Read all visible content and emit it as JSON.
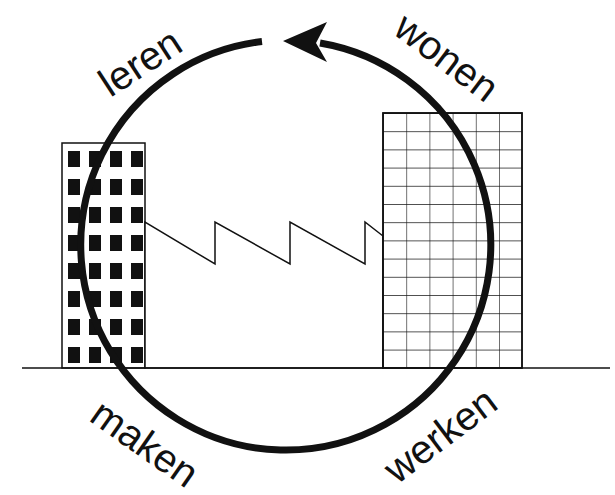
{
  "diagram": {
    "labels": [
      "leren",
      "wonen",
      "werken",
      "maken"
    ]
  }
}
